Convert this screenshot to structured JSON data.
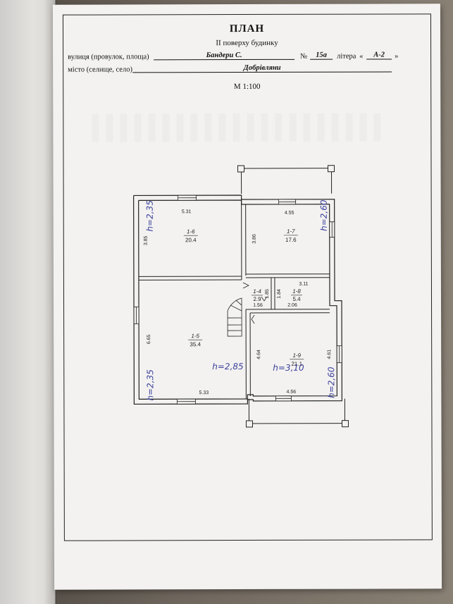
{
  "header": {
    "title": "ПЛАН",
    "subtitle": "ІІ поверху будинку",
    "street_label": "вулиця (провулок, площа)",
    "street_value": "Бандери С.",
    "number_label": "№",
    "number_value": "15а",
    "letter_label": "літера",
    "letter_quote_open": "«",
    "letter_value": "А-2",
    "letter_quote_close": "»",
    "city_label": "місто (селище, село)",
    "city_value": "Добрівляни",
    "scale": "М 1:100"
  },
  "plan": {
    "rooms": [
      {
        "id": "1-6",
        "area": "20.4"
      },
      {
        "id": "1-7",
        "area": "17.6"
      },
      {
        "id": "1-4",
        "area": "2.9"
      },
      {
        "id": "1-8",
        "area": "5.4"
      },
      {
        "id": "1-5",
        "area": "35.4"
      },
      {
        "id": "1-9",
        "area": "21.1"
      }
    ],
    "dimensions": {
      "r6_width": "5.31",
      "r6_depth": "3.85",
      "r7_width": "4.55",
      "r7_depth": "3.86",
      "r8_width": "3.11",
      "r8_depth": "1.84",
      "r4_depth": "1.85",
      "r4_width": "1.56",
      "r8_bottom": "2.06",
      "r5_depth": "6.65",
      "r5_width": "5.33",
      "r9_depth_left": "4.64",
      "r9_depth_right": "4.61",
      "r9_width": "4.56"
    },
    "heights": {
      "h1": "h=2,35",
      "h2": "h=2,60",
      "h3": "h=2,35",
      "h4": "h=2,85",
      "h5": "h=3,10",
      "h6": "h=2,60"
    }
  }
}
